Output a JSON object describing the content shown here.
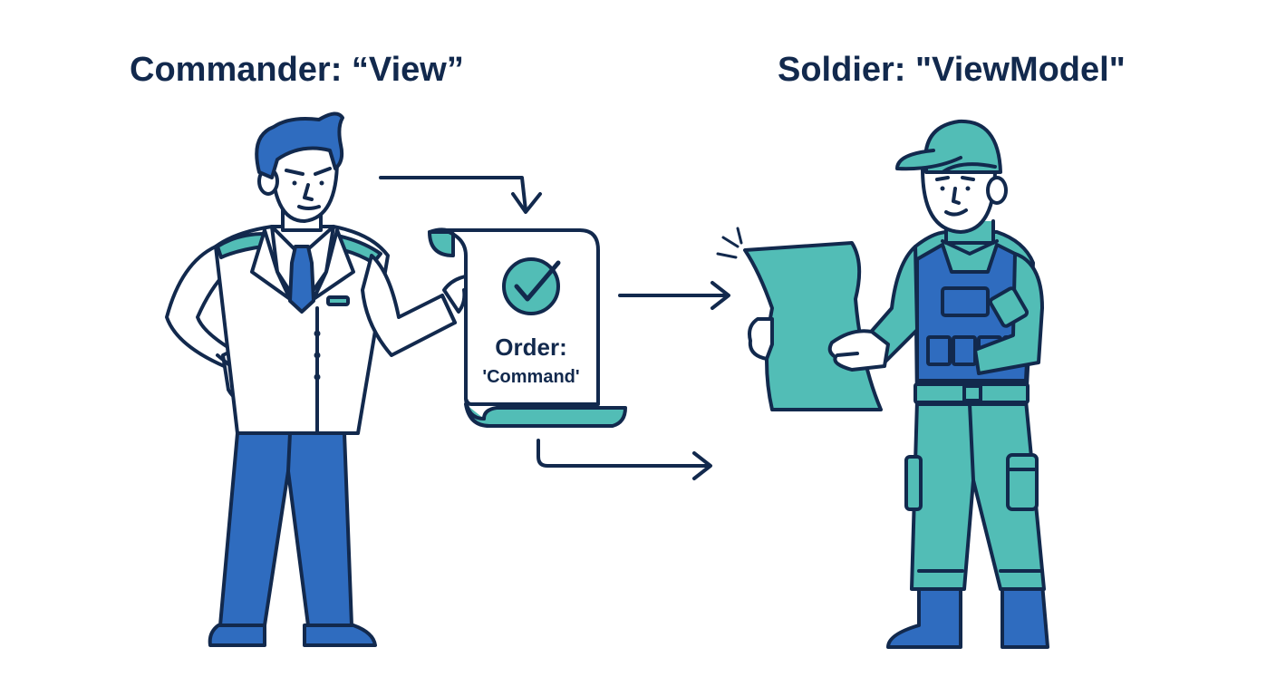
{
  "commander": {
    "label": "Commander: “View”"
  },
  "soldier": {
    "label": "Soldier: \"ViewModel\""
  },
  "order": {
    "title": "Order:",
    "command": "'Command'"
  },
  "colors": {
    "outline": "#12294d",
    "blue": "#2f6cbf",
    "teal": "#52bdb6",
    "background": "#ffffff"
  },
  "icons": {
    "order_check": "check-circle-icon",
    "arrows": "arrow-right-icon"
  }
}
